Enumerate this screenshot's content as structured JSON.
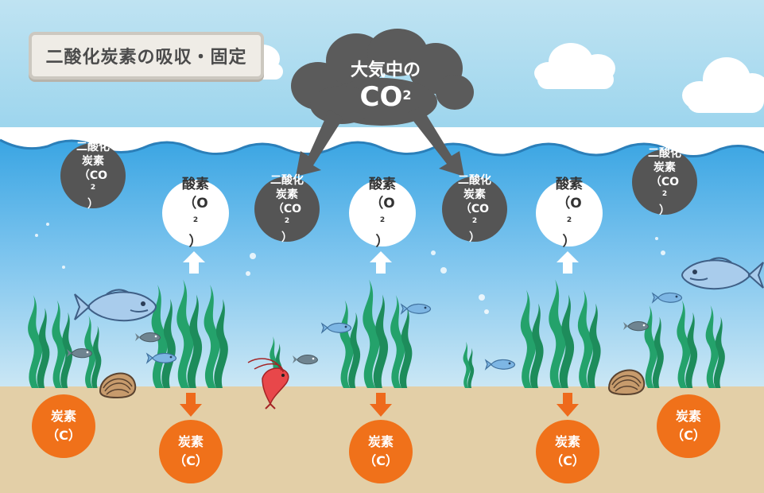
{
  "title": "二酸化炭素の吸収・固定",
  "cloud": {
    "line1": "大気中の",
    "line2": "CO",
    "sup": "2"
  },
  "labels": {
    "co2_1": "二酸化",
    "co2_2": "炭素",
    "co2_3": "（CO",
    "co2_sup": "2",
    "co2_close": "）",
    "o2_1": "酸素",
    "o2_2": "（O",
    "o2_sup": "2",
    "o2_close": "）",
    "c_1": "炭素",
    "c_2": "（C）"
  },
  "colors": {
    "sea": "#7cc6ec",
    "sand": "#e3cfa7",
    "seaweed": "#25a06b",
    "carbon": "#f0711a",
    "co2": "#555555",
    "arrow_orange": "#ee6a1c"
  }
}
